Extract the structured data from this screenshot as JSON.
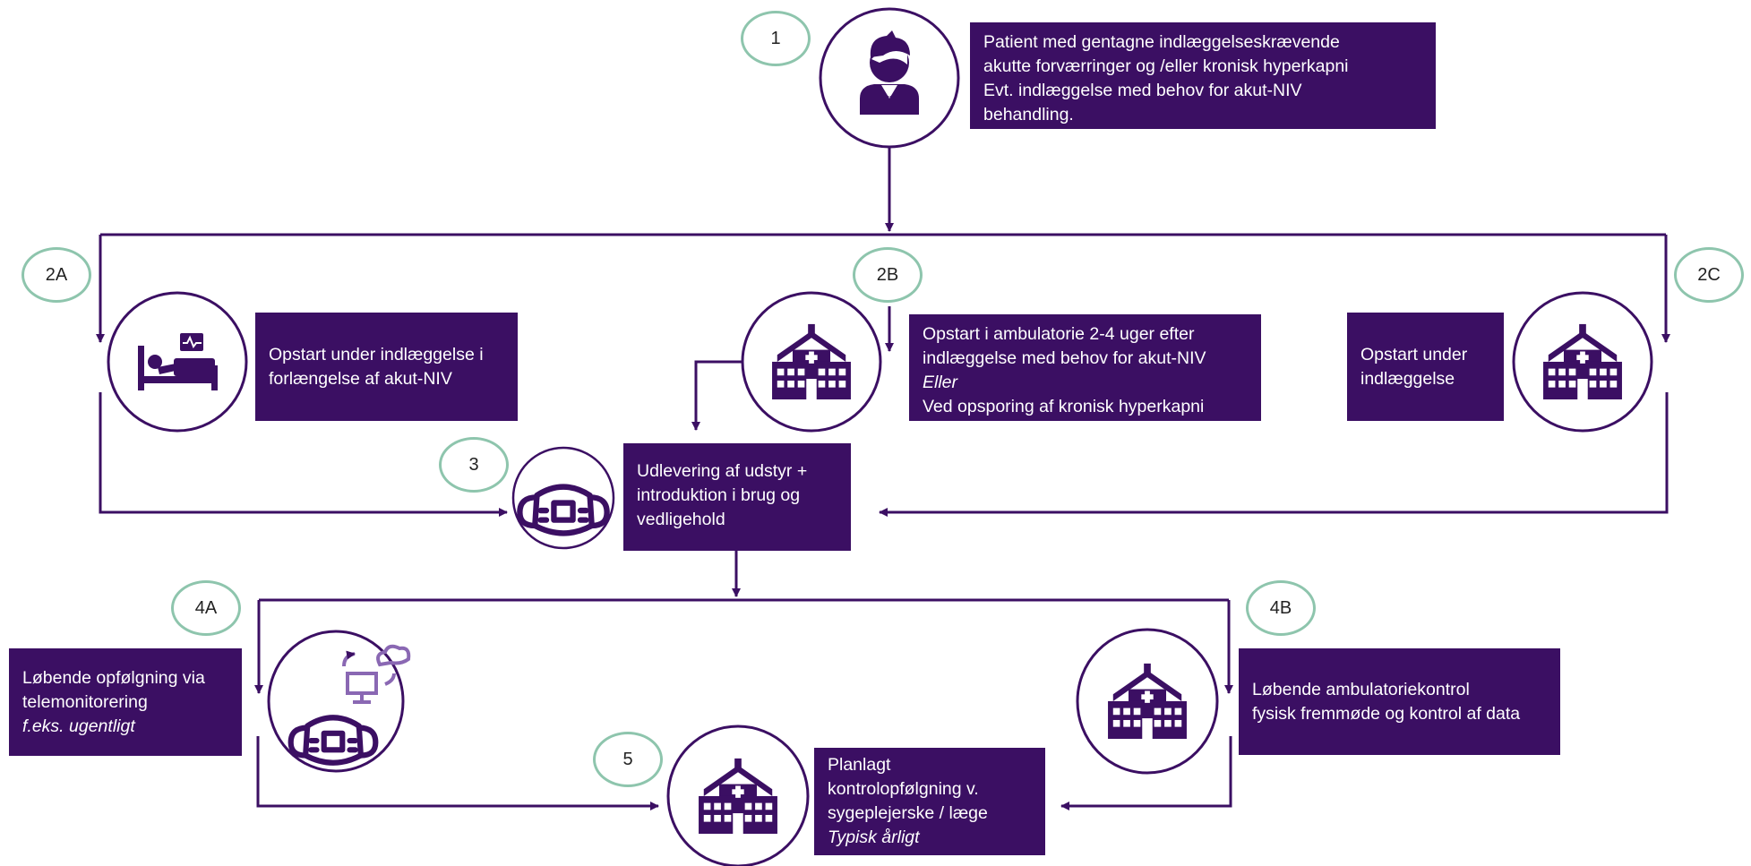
{
  "colors": {
    "primary": "#3b0f63",
    "badge_ring": "#8ec5ad",
    "accent_icon": "#8a68b3"
  },
  "steps": {
    "s1": {
      "badge": "1",
      "icon": "patient-icon",
      "lines": [
        "Patient med gentagne indlæggelseskrævende",
        "akutte forværringer og /eller kronisk hyperkapni",
        "Evt. indlæggelse med behov for akut-NIV",
        "behandling."
      ]
    },
    "s2a": {
      "badge": "2A",
      "icon": "hospital-bed-icon",
      "lines": [
        "Opstart under indlæggelse i",
        "forlængelse af akut-NIV"
      ]
    },
    "s2b": {
      "badge": "2B",
      "icon": "hospital-icon",
      "lines": [
        "Opstart i ambulatorie 2-4 uger efter",
        "indlæggelse med behov for akut-NIV",
        "Eller",
        "Ved opsporing af kronisk hyperkapni"
      ]
    },
    "s2c": {
      "badge": "2C",
      "icon": "hospital-icon",
      "lines": [
        "Opstart under",
        "indlæggelse"
      ]
    },
    "s3": {
      "badge": "3",
      "icon": "niv-mask-icon",
      "lines": [
        "Udlevering af udstyr +",
        "introduktion i brug og",
        "vedligehold"
      ]
    },
    "s4a": {
      "badge": "4A",
      "icon": "telemonitoring-mask-icon",
      "lines": [
        "Løbende opfølgning via",
        "telemonitorering",
        "f.eks. ugentligt"
      ]
    },
    "s4b": {
      "badge": "4B",
      "icon": "hospital-icon",
      "lines": [
        "Løbende ambulatoriekontrol",
        "fysisk fremmøde og kontrol af data"
      ]
    },
    "s5": {
      "badge": "5",
      "icon": "hospital-icon",
      "lines": [
        "Planlagt",
        "kontrolopfølgning v.",
        "sygeplejerske / læge",
        "Typisk årligt"
      ]
    }
  }
}
